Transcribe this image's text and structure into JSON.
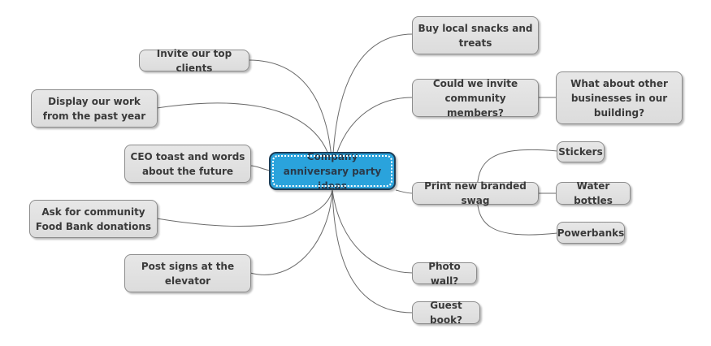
{
  "central": "Company anniversary party ideas",
  "left_topics": {
    "invite_clients": "Invite our top clients",
    "display_work": "Display our work from the past year",
    "ceo_toast": "CEO toast and words about the future",
    "food_bank": "Ask for community Food Bank donations",
    "post_signs": "Post signs at the elevator"
  },
  "right_topics": {
    "snacks": "Buy local snacks and treats",
    "community": "Could we invite community members?",
    "other_businesses": "What about other businesses in our building?",
    "swag": "Print new branded swag",
    "stickers": "Stickers",
    "water_bottles": "Water bottles",
    "powerbanks": "Powerbanks",
    "photo_wall": "Photo wall?",
    "guest_book": "Guest book?"
  },
  "colors": {
    "central_fill": "#2aa3dc",
    "central_border": "#1c3d57",
    "topic_fill": "#e2e2e2",
    "connector": "#6b6b6b"
  }
}
